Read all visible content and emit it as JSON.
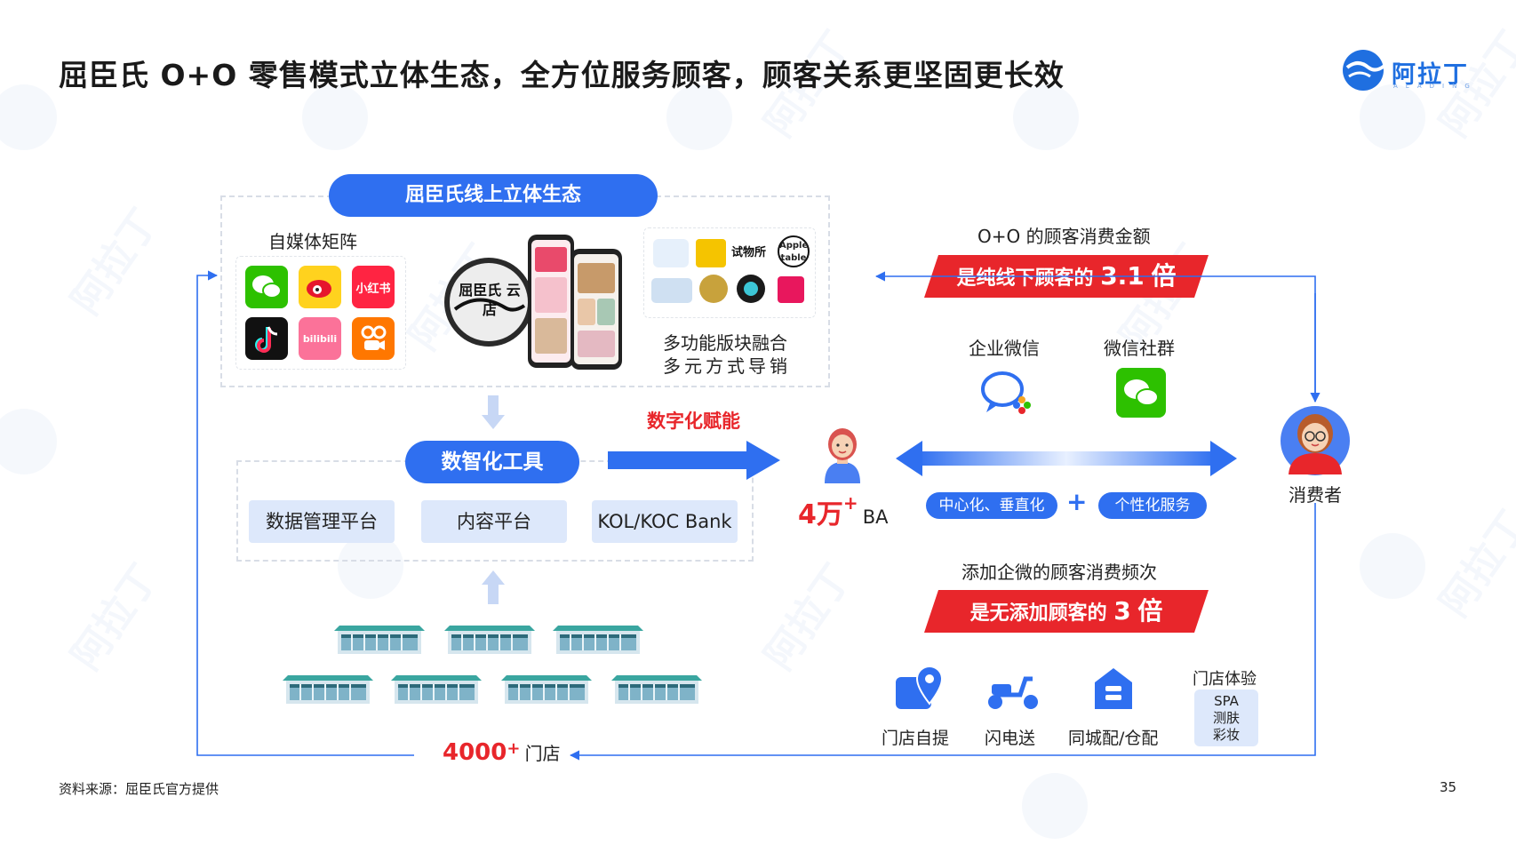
{
  "title": "屈臣氏 O+O 零售模式立体生态，全方位服务顾客，顾客关系更坚固更长效",
  "logo": {
    "text": "阿拉丁",
    "subtext": "ALADING"
  },
  "watermark": "阿拉丁",
  "online": {
    "header": "屈臣氏线上立体生态",
    "media_label": "自媒体矩阵",
    "media_icons": [
      "wechat-icon",
      "weibo-icon",
      "xiaohongshu-icon",
      "douyin-icon",
      "bilibili-icon",
      "kuaishou-icon"
    ],
    "xiaohongshu_text": "小红书",
    "bilibili_text": "bilibili",
    "cloud_store_logo_text": "屈臣氏 云店",
    "modules_caption_1": "多功能版块融合",
    "modules_caption_2": "多元方式导销",
    "module_badges": [
      "试物所",
      "Apple table"
    ]
  },
  "tools": {
    "header": "数智化工具",
    "items": [
      "数据管理平台",
      "内容平台",
      "KOL/KOC Bank"
    ]
  },
  "empower_label": "数字化赋能",
  "ba": {
    "count": "4万",
    "plus": "+",
    "unit": "BA"
  },
  "stores": {
    "count": "4000",
    "plus": "+",
    "unit": "门店"
  },
  "amount": {
    "label": "O+O 的顾客消费金额",
    "banner_prefix": "是纯线下顾客的",
    "banner_value": "3.1",
    "banner_suffix": "倍"
  },
  "channels": [
    {
      "label": "企业微信",
      "icon": "wecom-icon"
    },
    {
      "label": "微信社群",
      "icon": "wechat-group-icon"
    }
  ],
  "service_tags": {
    "left": "中心化、垂直化",
    "joiner": "+",
    "right": "个性化服务"
  },
  "consumer_label": "消费者",
  "frequency": {
    "label": "添加企微的顾客消费频次",
    "banner_prefix": "是无添加顾客的",
    "banner_value": "3",
    "banner_suffix": "倍"
  },
  "services": [
    {
      "label": "门店自提",
      "icon": "store-pickup-icon"
    },
    {
      "label": "闪电送",
      "icon": "scooter-icon"
    },
    {
      "label": "同城配/仓配",
      "icon": "warehouse-icon"
    }
  ],
  "store_experience": {
    "label": "门店体验",
    "items": [
      "SPA",
      "测肤",
      "彩妆"
    ]
  },
  "footer": {
    "source": "资料来源：屈臣氏官方提供",
    "page": "35"
  },
  "colors": {
    "accent": "#2f6ff0",
    "banner": "#e8262b",
    "tile": "#dde8fb"
  }
}
